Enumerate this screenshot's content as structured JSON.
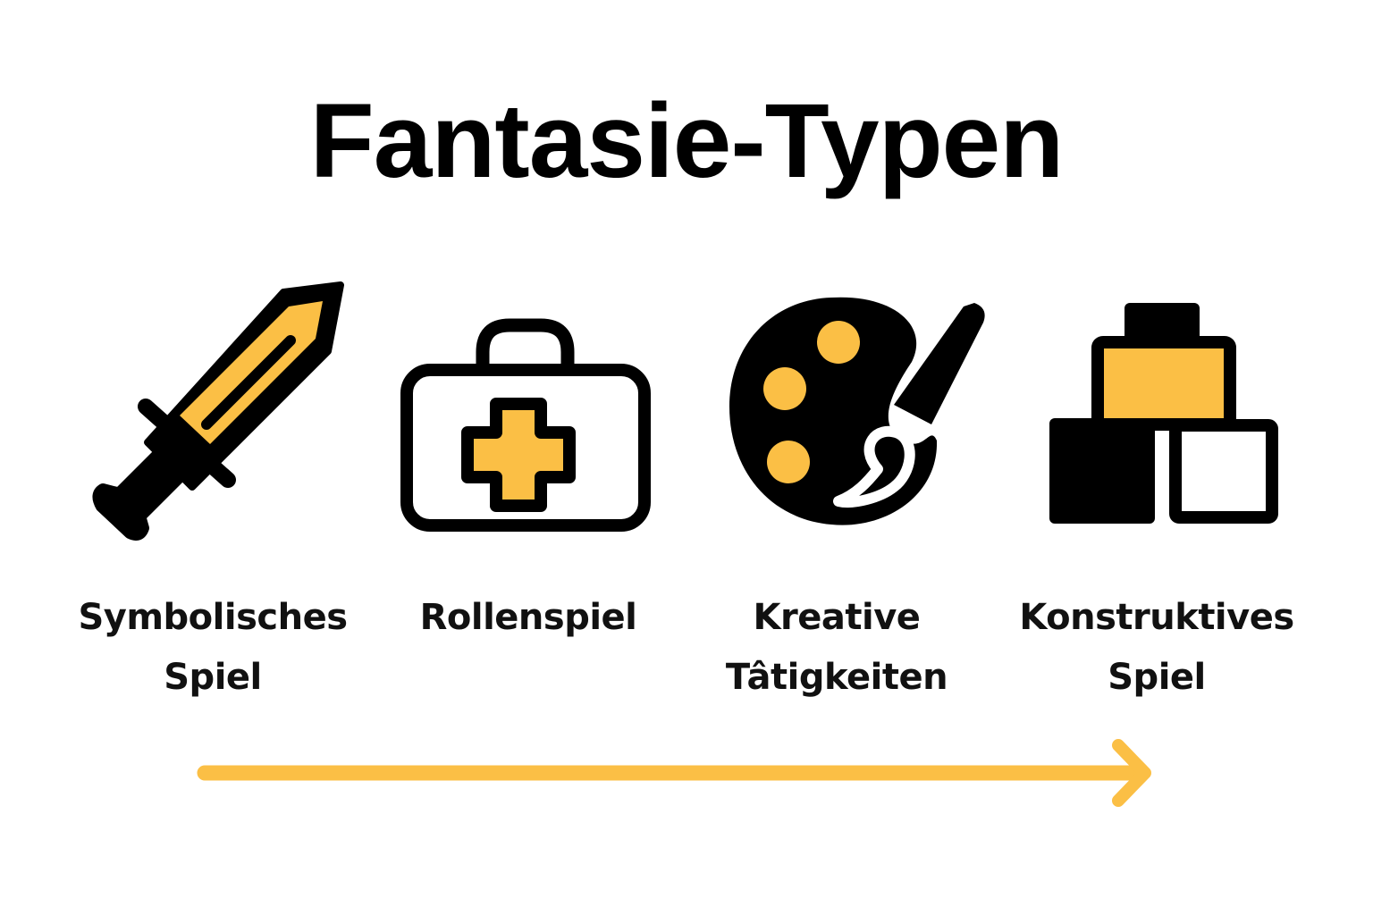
{
  "title": "Fantasie-Typen",
  "colors": {
    "accent": "#FBBF45",
    "ink": "#000000",
    "background": "#FFFFFF"
  },
  "items": [
    {
      "icon": "sword-icon",
      "label_line1": "Symbolisches",
      "label_line2": "Spiel"
    },
    {
      "icon": "first-aid-kit-icon",
      "label_line1": "Rollenspiel",
      "label_line2": ""
    },
    {
      "icon": "palette-brush-icon",
      "label_line1": "Kreative",
      "label_line2": "Tâtigkeiten"
    },
    {
      "icon": "building-blocks-icon",
      "label_line1": "Konstruktives",
      "label_line2": "Spiel"
    }
  ],
  "arrow": {
    "direction": "right",
    "icon": "arrow-right-icon"
  }
}
